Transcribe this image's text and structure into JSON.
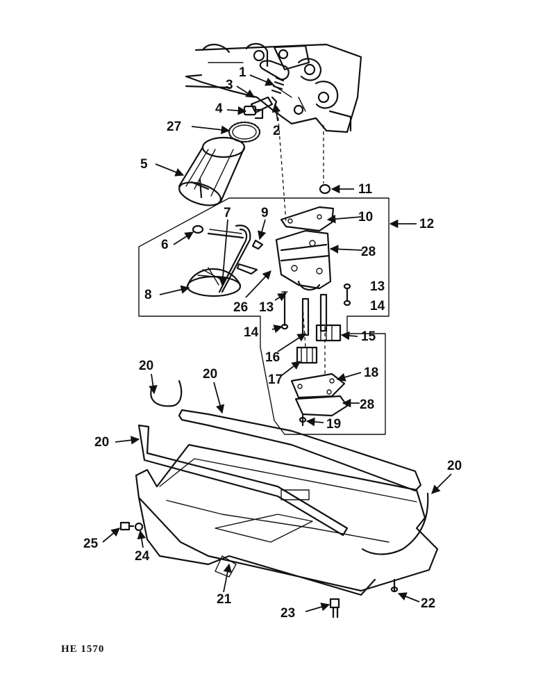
{
  "figure_code": "HE 1570",
  "callouts": [
    "1",
    "2",
    "3",
    "4",
    "5",
    "6",
    "7",
    "8",
    "9",
    "10",
    "11",
    "12",
    "13",
    "13",
    "14",
    "14",
    "15",
    "16",
    "17",
    "18",
    "19",
    "20",
    "20",
    "20",
    "20",
    "21",
    "22",
    "23",
    "24",
    "25",
    "26",
    "27",
    "28",
    "28"
  ]
}
